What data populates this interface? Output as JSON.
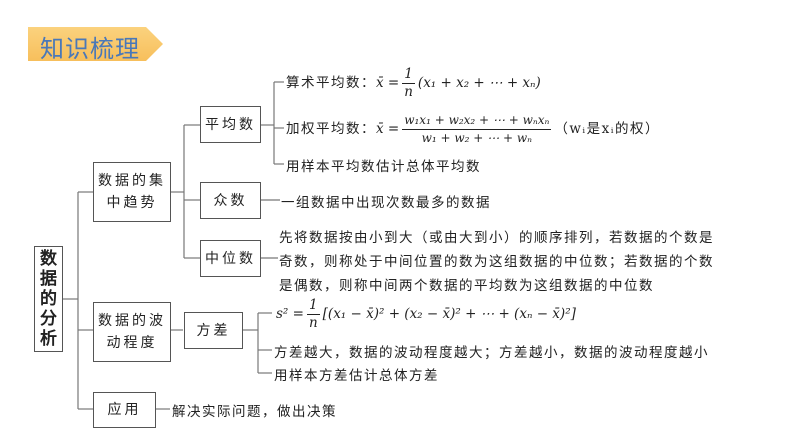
{
  "banner": {
    "title": "知识梳理",
    "fill_color": "#f9c86a"
  },
  "root": {
    "label": "数据的分析"
  },
  "branches": {
    "central": {
      "label": "数据的集中趋势",
      "line1": "数据的集",
      "line2": "中趋势",
      "children": {
        "mean": {
          "label": "平均数",
          "items": {
            "arithmetic_label": "算术平均数：",
            "arithmetic_formula_lhs": "x̄ =",
            "arithmetic_formula_num": "1",
            "arithmetic_formula_den": "n",
            "arithmetic_formula_rhs": "(x₁ + x₂ + ⋯ + xₙ)",
            "weighted_label": "加权平均数：",
            "weighted_formula_lhs": "x̄ =",
            "weighted_formula_num": "w₁x₁ + w₂x₂ + ⋯ + wₙxₙ",
            "weighted_formula_den": "w₁ + w₂ + ⋯ + wₙ",
            "weighted_note": "（wᵢ是xᵢ的权）",
            "estimate": "用样本平均数估计总体平均数"
          }
        },
        "mode": {
          "label": "众数",
          "desc": "一组数据中出现次数最多的数据"
        },
        "median": {
          "label": "中位数",
          "desc_line1": "先将数据按由小到大（或由大到小）的顺序排列，若数据的个数是",
          "desc_line2": "奇数，则称处于中间位置的数为这组数据的中位数；若数据的个数",
          "desc_line3": "是偶数，则称中间两个数据的平均数为这组数据的中位数"
        }
      }
    },
    "dispersion": {
      "label": "数据的波动程度",
      "line1": "数据的波",
      "line2": "动程度",
      "children": {
        "variance": {
          "label": "方差",
          "formula_lhs": "s² =",
          "formula_num": "1",
          "formula_den": "n",
          "formula_rhs": "[(x₁ − x̄)² + (x₂ − x̄)² + ⋯ + (xₙ − x̄)²]",
          "meaning": "方差越大，数据的波动程度越大；方差越小，数据的波动程度越小",
          "estimate": "用样本方差估计总体方差"
        }
      }
    },
    "application": {
      "label": "应用",
      "desc": "解决实际问题，做出决策"
    }
  }
}
